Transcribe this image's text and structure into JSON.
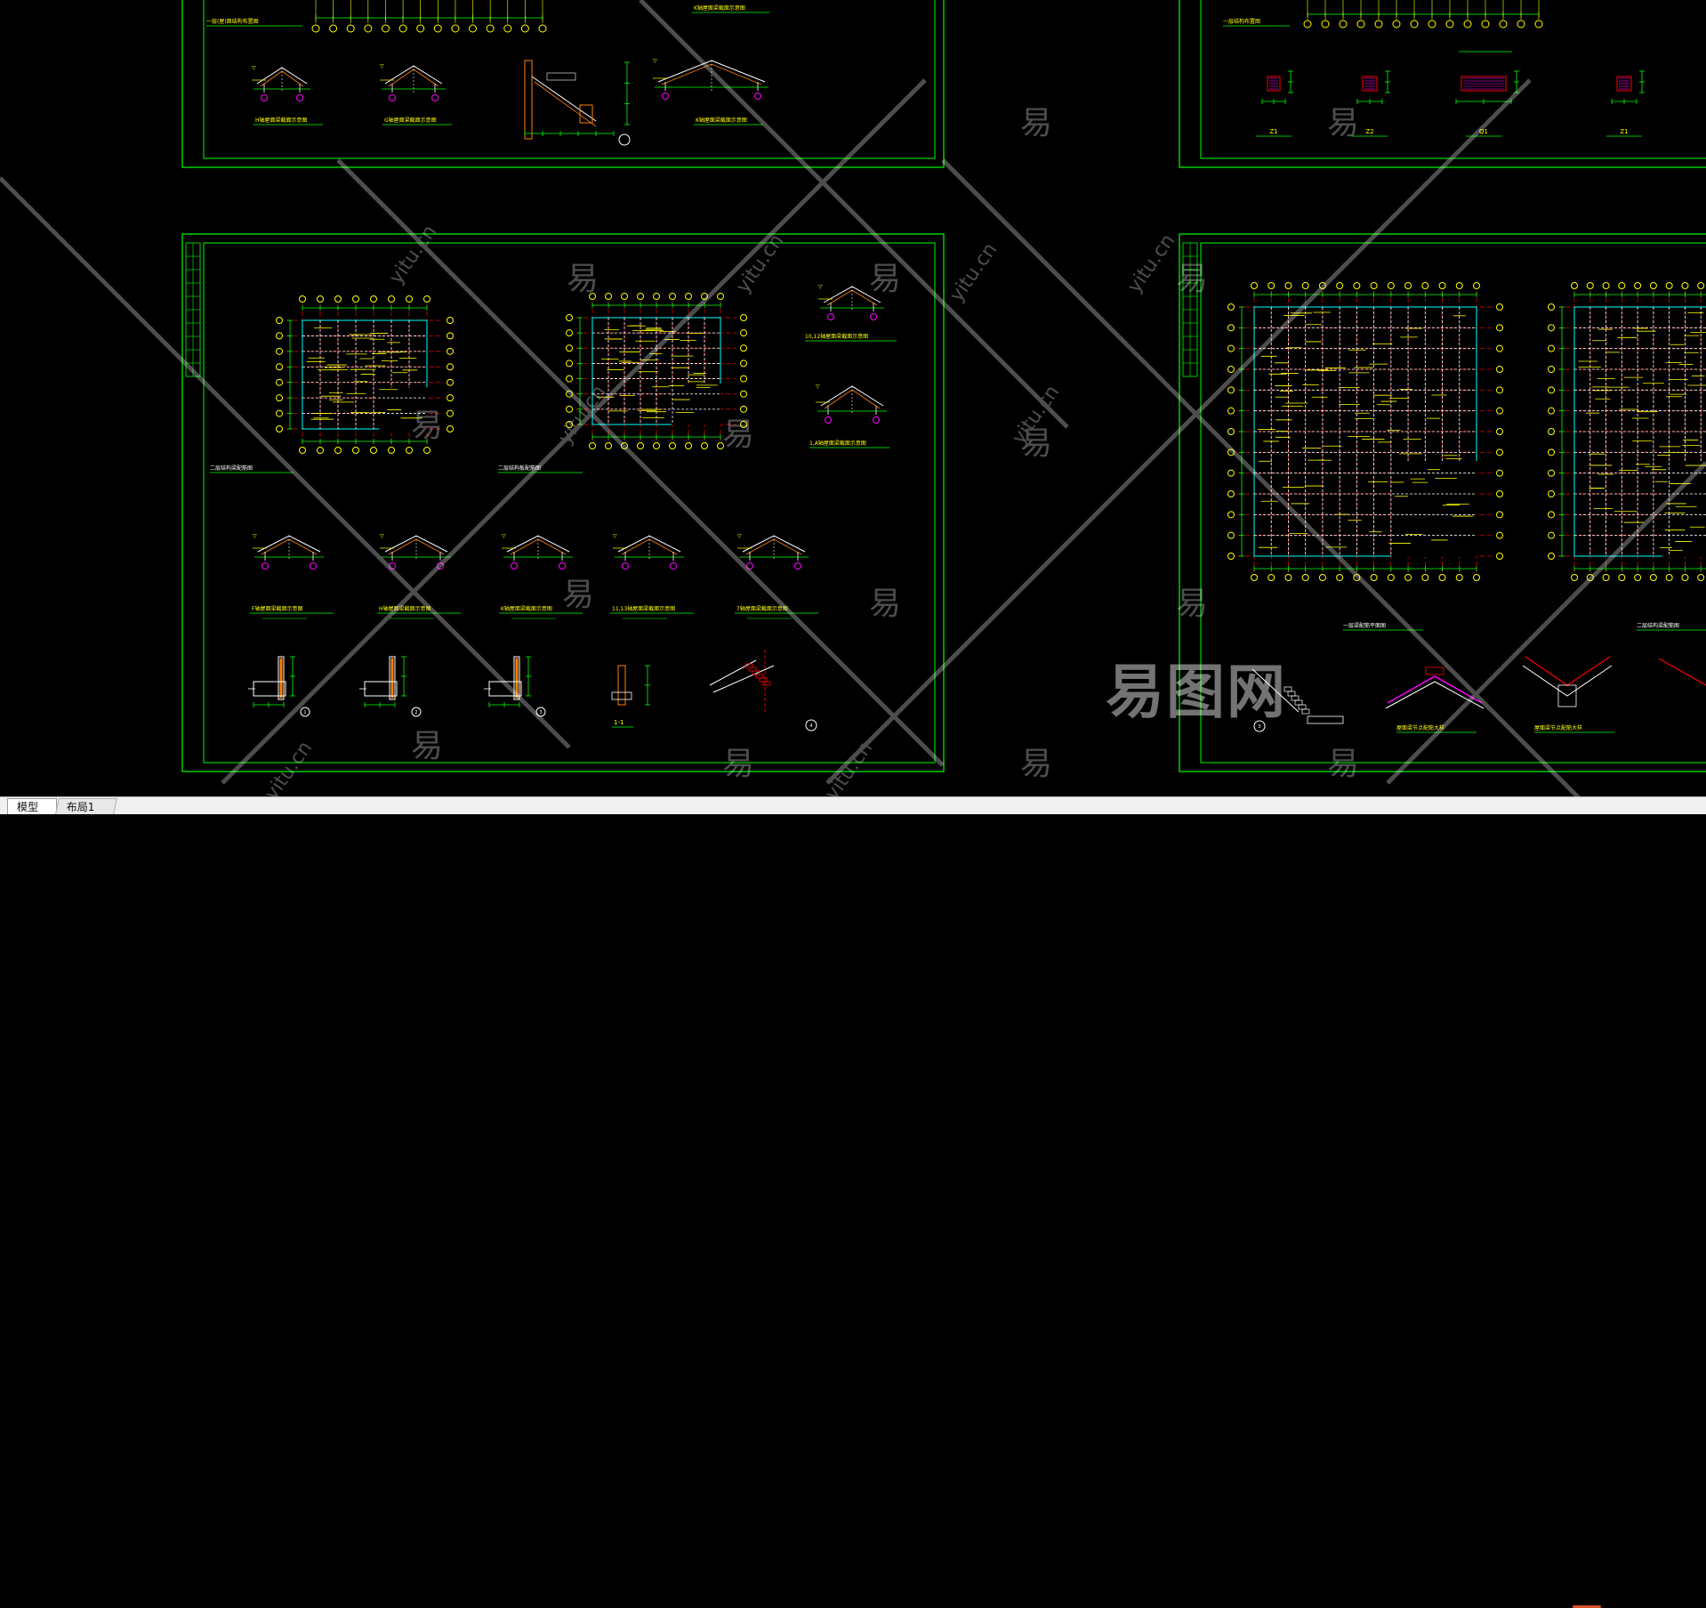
{
  "colors": {
    "background": "#000000",
    "frame": "#00ff00",
    "dimension": "#00ff00",
    "text": "#ffff00",
    "axis": "#ffff00",
    "grid": "#ff0000",
    "outline": "#00ffff",
    "section": "#ff00ff",
    "fill": "#ff8000",
    "watermark": "#ffffff"
  },
  "sheets": {
    "top_left": {
      "titles": [
        "一层(屋)面结构布置图",
        "H轴屋面梁截面示意图",
        "D轴屋面梁截面示意图",
        "G轴屋面梁截面示意图",
        "K轴屋面梁截面示意图"
      ],
      "section_numbers": [
        "1"
      ]
    },
    "mid_left": {
      "titles": [
        "二层结构梁配筋图",
        "二层结构板配筋图",
        "10,12轴屋面梁截面示意图",
        "1,A轴屋面梁截面示意图",
        "F轴屋面梁截面示意图",
        "H轴屋面梁截面示意图",
        "K轴屋面梁截面示意图",
        "11,13轴屋面梁截面示意图",
        "7轴屋面梁截面示意图"
      ],
      "section_numbers": [
        "1",
        "2",
        "3",
        "1-1",
        "4"
      ]
    },
    "top_right": {
      "titles": [
        "一层结构布置图"
      ],
      "column_labels": [
        "Z1",
        "Z2",
        "Q1",
        "Z1"
      ]
    },
    "mid_right": {
      "titles": [
        "一层梁配筋平面图",
        "二层结构梁配筋图",
        "屋面梁节点配筋大样",
        "屋面梁节点配筋大样"
      ],
      "section_numbers": [
        "3"
      ]
    }
  },
  "watermarks": {
    "small": "易",
    "diagonal": "yitu.cn",
    "logo": "易图网"
  },
  "tabs": {
    "model": "模型",
    "layout1": "布局1"
  }
}
